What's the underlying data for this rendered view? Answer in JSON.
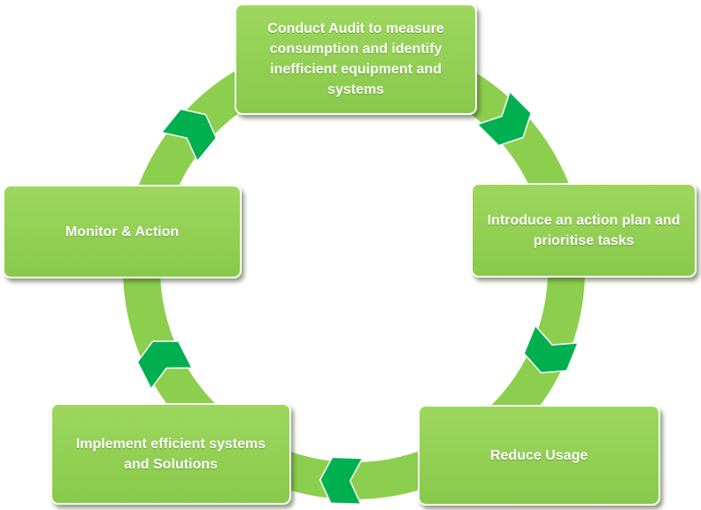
{
  "colors": {
    "ring": "#8ccf4e",
    "box": "#92d050",
    "arrow": "#00b050",
    "text": "#ffffff"
  },
  "steps": [
    {
      "label": "Conduct Audit to measure consumption and identify inefficient equipment and systems"
    },
    {
      "label": "Introduce an action plan and prioritise tasks"
    },
    {
      "label": "Reduce Usage"
    },
    {
      "label": "Implement efficient systems and Solutions"
    },
    {
      "label": "Monitor & Action"
    }
  ],
  "arrows": [
    {
      "direction": "clockwise"
    },
    {
      "direction": "clockwise"
    },
    {
      "direction": "clockwise"
    },
    {
      "direction": "clockwise"
    },
    {
      "direction": "clockwise"
    }
  ]
}
